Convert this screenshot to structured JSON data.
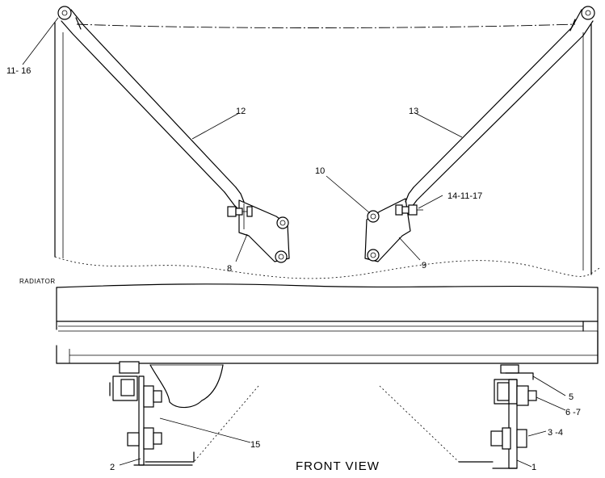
{
  "view_title": "FRONT VIEW",
  "component_labels": {
    "radiator": "RADIATOR"
  },
  "callouts": {
    "c11_16": "11- 16",
    "c12": "12",
    "c13": "13",
    "c10": "10",
    "c14_11_17": "14-11-17",
    "c8": "8",
    "c9": "9",
    "c5": "5",
    "c6_7": "6 -7",
    "c3_4": "3 -4",
    "c15": "15",
    "c2": "2",
    "c1": "1"
  }
}
